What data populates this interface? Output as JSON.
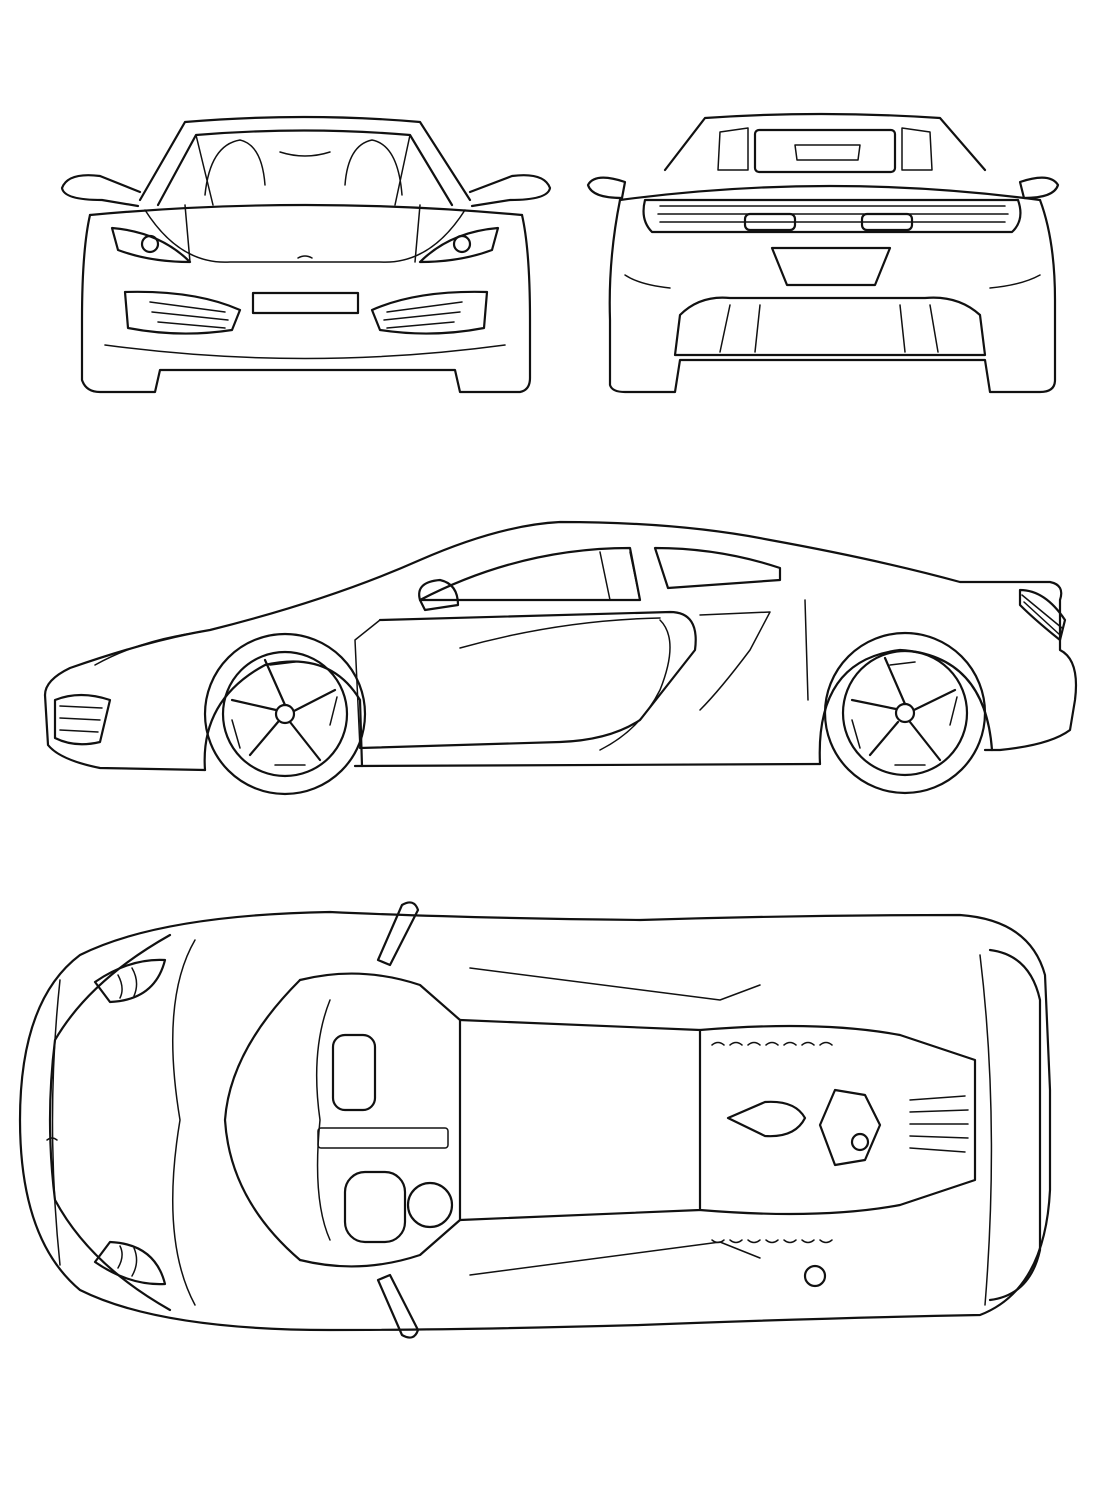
{
  "drawing": {
    "subject": "sports-car-blueprint",
    "stroke_color": "#111111",
    "background_color": "#ffffff",
    "views": [
      "front",
      "rear",
      "side",
      "top"
    ]
  }
}
